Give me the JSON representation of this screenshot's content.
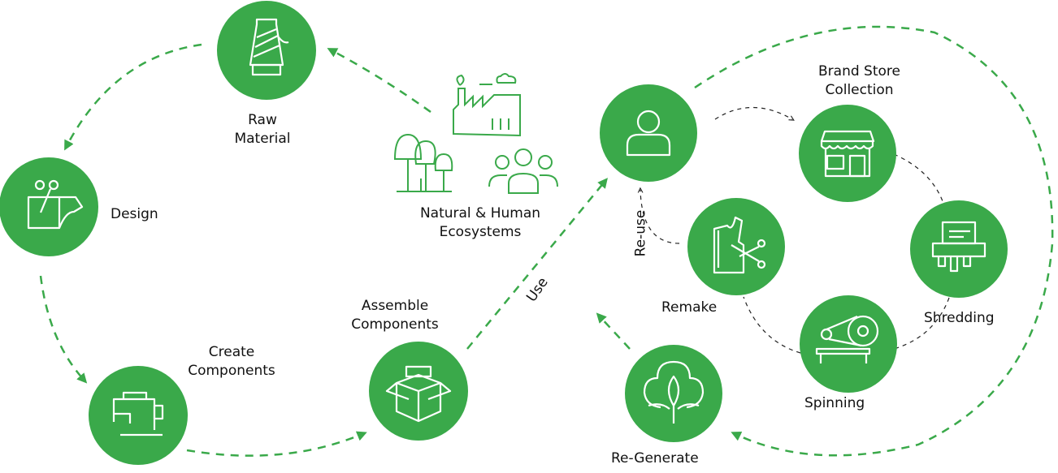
{
  "colors": {
    "accent": "#3aa94a",
    "connector": "#222222"
  },
  "nodes": {
    "raw_material": {
      "line1": "Raw",
      "line2": "Material",
      "icon": "thread-cone-icon"
    },
    "design": {
      "label": "Design",
      "icon": "scissors-pattern-icon"
    },
    "create_components": {
      "line1": "Create",
      "line2": "Components",
      "icon": "sewing-machine-icon"
    },
    "assemble_components": {
      "line1": "Assemble",
      "line2": "Components",
      "icon": "open-box-icon"
    },
    "ecosystems": {
      "line1": "Natural & Human",
      "line2": "Ecosystems",
      "icon": "factory-trees-people-icon"
    },
    "user": {
      "icon": "user-icon"
    },
    "brand_store": {
      "line1": "Brand Store",
      "line2": "Collection",
      "icon": "store-icon"
    },
    "shredding": {
      "label": "Shredding",
      "icon": "shredder-icon"
    },
    "spinning": {
      "label": "Spinning",
      "icon": "spinning-machine-icon"
    },
    "remake": {
      "label": "Remake",
      "icon": "garment-scissors-icon"
    },
    "regenerate": {
      "label": "Re-Generate",
      "icon": "cotton-plant-icon"
    }
  },
  "edges": {
    "use": "Use",
    "reuse": "Re-use"
  }
}
